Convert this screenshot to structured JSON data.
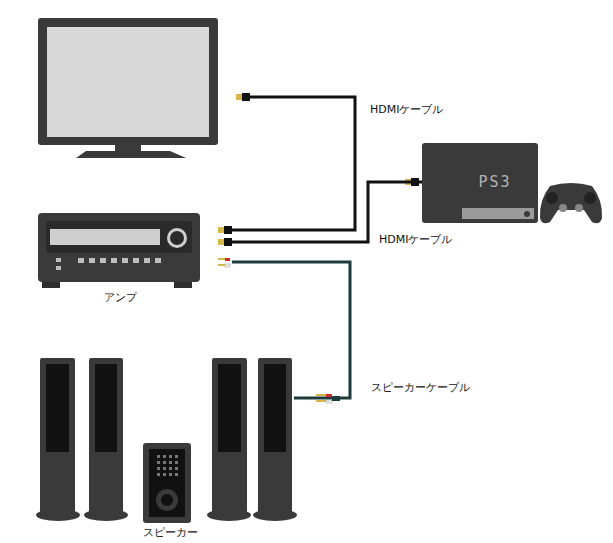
{
  "diagram": {
    "nodes": [
      {
        "text": [
          "アンプ"
        ]
      },
      {
        "text": [
          "PS3"
        ]
      },
      {
        "text": [
          "スピーカー"
        ]
      }
    ],
    "edges": [
      {
        "from": 1,
        "to": 0,
        "arrow": "none",
        "label": "HDMIケーブル"
      },
      {
        "from": 0,
        "to": 2,
        "arrow": "none",
        "label": "スピーカーケーブル"
      }
    ],
    "labels": [
      "HDMIケーブル"
    ]
  }
}
